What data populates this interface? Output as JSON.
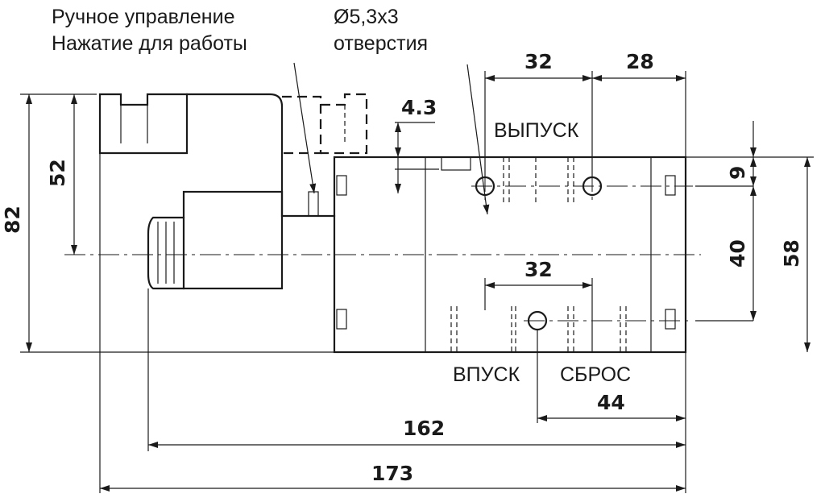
{
  "labels": {
    "manual_1": "Ручное управление",
    "manual_2": "Нажатие для работы",
    "holes_1": "Ø5,3x3",
    "holes_2": "отверстия",
    "exhaust": "ВЫПУСК",
    "inlet": "ВПУСК",
    "release": "СБРОС"
  },
  "dimensions": {
    "top_32": "32",
    "top_28": "28",
    "d_4_3": "4.3",
    "d_9": "9",
    "d_40": "40",
    "d_58": "58",
    "mid_32": "32",
    "d_44": "44",
    "d_162": "162",
    "d_173": "173",
    "d_82": "82",
    "d_52": "52"
  }
}
